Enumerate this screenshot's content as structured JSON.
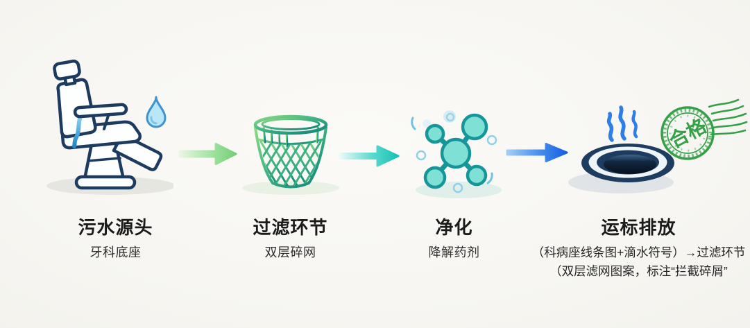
{
  "stages": [
    {
      "icon": "dental-chair",
      "title": "污水源头",
      "subtitle": "牙科底座"
    },
    {
      "icon": "mesh-basket",
      "title": "过滤环节",
      "subtitle": "双层碎网"
    },
    {
      "icon": "molecule",
      "title": "净化",
      "subtitle": "降解药剂"
    },
    {
      "icon": "drain",
      "title": "运标排放",
      "subtitle_line1": "（科病座线条图+滴水符号）→过滤环节",
      "subtitle_line2": "（双层滤网图案，标注“拦截碎屑”"
    }
  ],
  "stamp": {
    "label": "合格"
  },
  "colors": {
    "background": "#f6f5f1",
    "outline_navy": "#1d3a5f",
    "water_drop_blue": "#3f93cf",
    "filter_green": "#2aa57e",
    "purify_teal": "#17969a",
    "steam_blue": "#2e7ee9",
    "stamp_green": "#2c9c41",
    "arrow_green": "#74d078",
    "arrow_teal": "#17c2b4",
    "arrow_blue": "#155fe0"
  }
}
